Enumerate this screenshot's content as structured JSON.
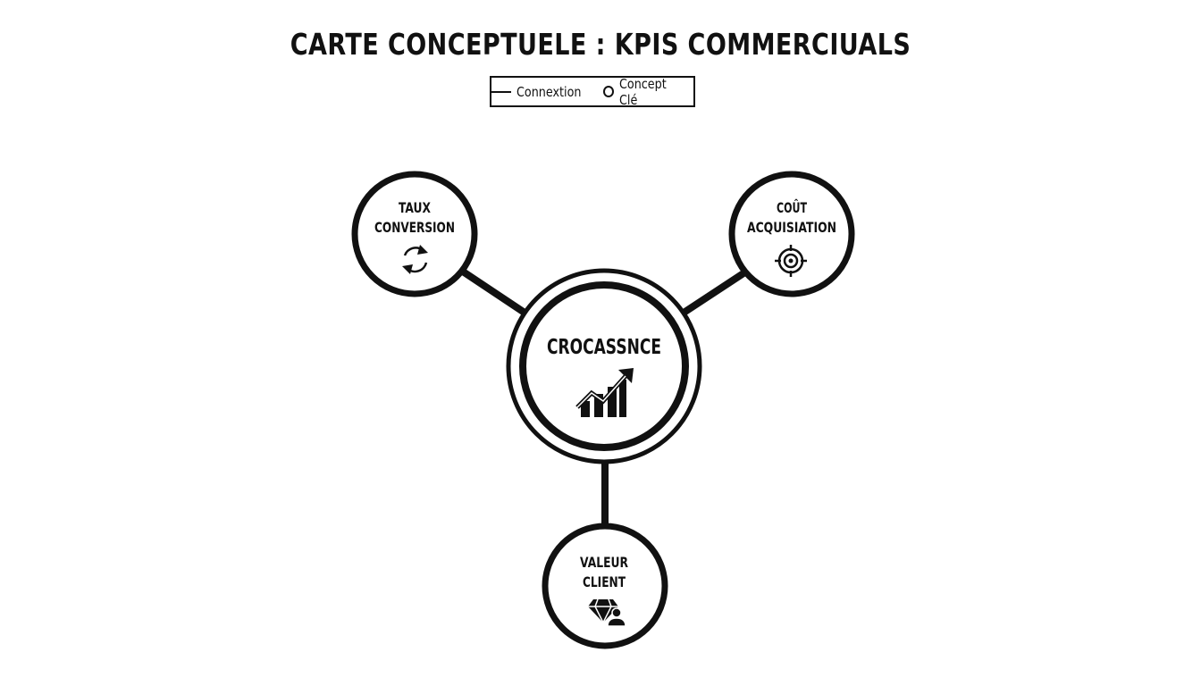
{
  "title": "CARTE CONCEPTUELE : KPIS COMMERCIUALS",
  "legend": {
    "connection_label": "Connextion",
    "concept_label": "Concept Clé"
  },
  "nodes": {
    "center": {
      "label": "CROCASSNCE",
      "icon": "growth-chart-icon"
    },
    "conversion": {
      "line1": "TAUX",
      "line2": "CONVERSION",
      "icon": "refresh-cycle-icon"
    },
    "acquisition": {
      "line1": "COÛT",
      "line2": "ACQUISIATION",
      "icon": "target-icon"
    },
    "value": {
      "line1": "VALEUR",
      "line2": "CLIENT",
      "icon": "diamond-customer-icon"
    }
  },
  "colors": {
    "stroke": "#111111",
    "background": "#ffffff"
  }
}
